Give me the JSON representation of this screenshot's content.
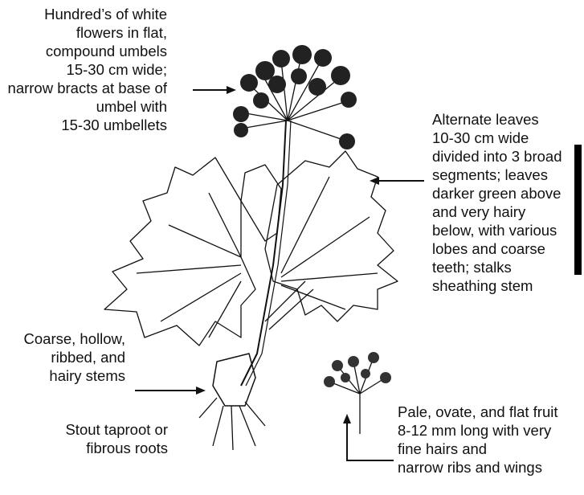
{
  "labels": {
    "flowers": [
      "Hundred’s of white",
      "flowers in flat,",
      "compound umbels",
      "15-30 cm wide;",
      "narrow bracts at base of",
      "umbel with",
      "15-30 umbellets"
    ],
    "leaves": [
      "Alternate leaves",
      "10-30 cm wide",
      "divided into 3 broad",
      "segments; leaves",
      "darker green above",
      "and very hairy",
      "below, with various",
      "lobes and coarse",
      "teeth; stalks",
      "sheathing stem"
    ],
    "stems": [
      "Coarse, hollow,",
      "ribbed, and",
      "hairy stems"
    ],
    "roots": [
      "Stout taproot or",
      "fibrous roots"
    ],
    "fruit": [
      "Pale, ovate, and flat fruit",
      "8-12 mm long with very",
      "fine hairs and",
      "narrow ribs and wings"
    ]
  },
  "colors": {
    "ink": "#111111",
    "background": "#ffffff"
  }
}
